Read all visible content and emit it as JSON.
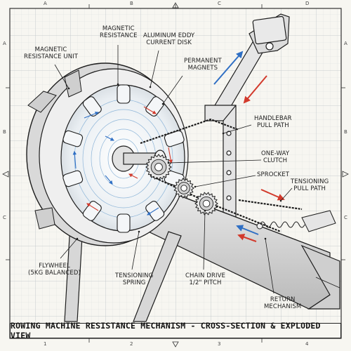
{
  "title": "ROWING MACHINE RESISTANCE MECHANISM - CROSS-SECTION & EXPLODED VIEW",
  "callouts": {
    "magnetic_resistance_unit": [
      "MAGNETIC",
      "RESISTANCE UNIT"
    ],
    "magnetic_resistance": [
      "MAGNETIC",
      "RESISTANCE"
    ],
    "aluminum_eddy_current_disk": [
      "ALUMINUM EDDY",
      "CURRENT DISK"
    ],
    "permanent_magnets": [
      "PERMANENT",
      "MAGNETS"
    ],
    "handlebar_pull_path": [
      "HANDLEBAR",
      "PULL PATH"
    ],
    "one_way_clutch": [
      "ONE-WAY",
      "CLUTCH"
    ],
    "sprocket": [
      "SPROCKET"
    ],
    "tensioning_pull_path": [
      "TENSIONING",
      "PULL PATH"
    ],
    "flywheel": [
      "FLYWHEEL",
      "(5KG BALANCED)"
    ],
    "tensioning_spring": [
      "TENSIONING",
      "SPRING"
    ],
    "chain_drive": [
      "CHAIN DRIVE",
      "1/2\" PITCH"
    ],
    "return_mechanism": [
      "RETURN",
      "MECHANISM"
    ]
  },
  "grid_zones": {
    "columns": [
      "A",
      "B",
      "C",
      "D"
    ],
    "rows": [
      "A",
      "B",
      "C"
    ],
    "bottom_numbers": [
      "1",
      "2",
      "3",
      "4"
    ]
  },
  "colors": {
    "paper": "#f7f6f1",
    "ink": "#1d1d1d",
    "grid": "#cfd3d6",
    "flux_blue": "#2f6fc4",
    "flux_red": "#d23a2c",
    "field_lines": "#8fb6d9"
  }
}
